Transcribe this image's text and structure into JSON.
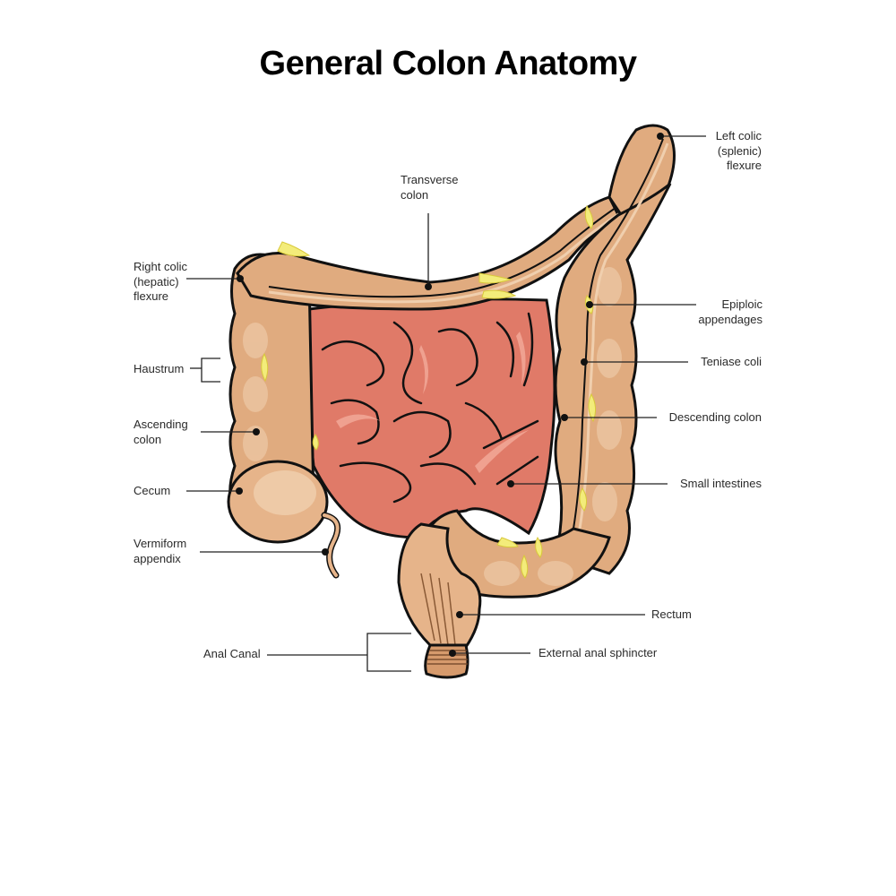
{
  "title": "General Colon Anatomy",
  "colors": {
    "colon_fill": "#e0ab7f",
    "colon_light": "#f0cfae",
    "colon_dark": "#c98f62",
    "small_intestine_fill": "#e07a68",
    "small_intestine_light": "#f2a898",
    "fat_yellow": "#f3ec7a",
    "outline": "#111111",
    "leader_line": "#222222"
  },
  "labels": {
    "left_colic": "Left colic\n(splenic)\nflexure",
    "transverse_colon": "Transverse\ncolon",
    "right_colic": "Right colic\n(hepatic)\nflexure",
    "epiploic": "Epiploic\nappendages",
    "haustrum": "Haustrum",
    "teniase_coli": "Teniase coli",
    "ascending_colon": "Ascending\ncolon",
    "descending_colon": "Descending colon",
    "cecum": "Cecum",
    "small_intestines": "Small intestines",
    "vermiform_appendix": "Vermiform\nappendix",
    "rectum": "Rectum",
    "anal_canal": "Anal Canal",
    "external_anal_sphincter": "External anal sphincter"
  }
}
